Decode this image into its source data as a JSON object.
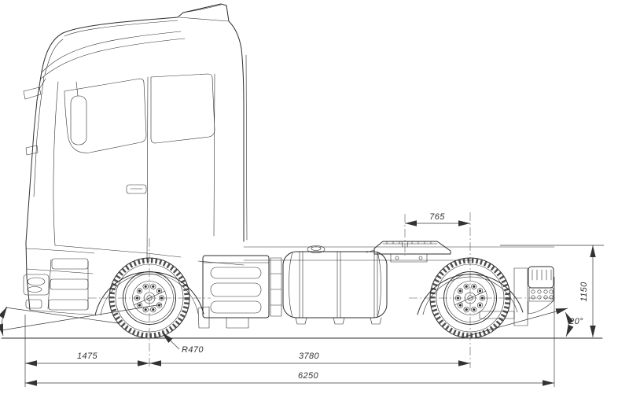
{
  "drawing": {
    "colors": {
      "line": "#2e2e2e",
      "dimension": "#3a3a3a",
      "background": "#ffffff"
    },
    "dims": {
      "front_overhang": "1475",
      "wheelbase": "3780",
      "overall_length": "6250",
      "fifth_wheel_to_rear_axle": "765",
      "fifth_wheel_height": "1150",
      "departure_angle": "20°",
      "front_wheel_radius": "R470"
    }
  }
}
